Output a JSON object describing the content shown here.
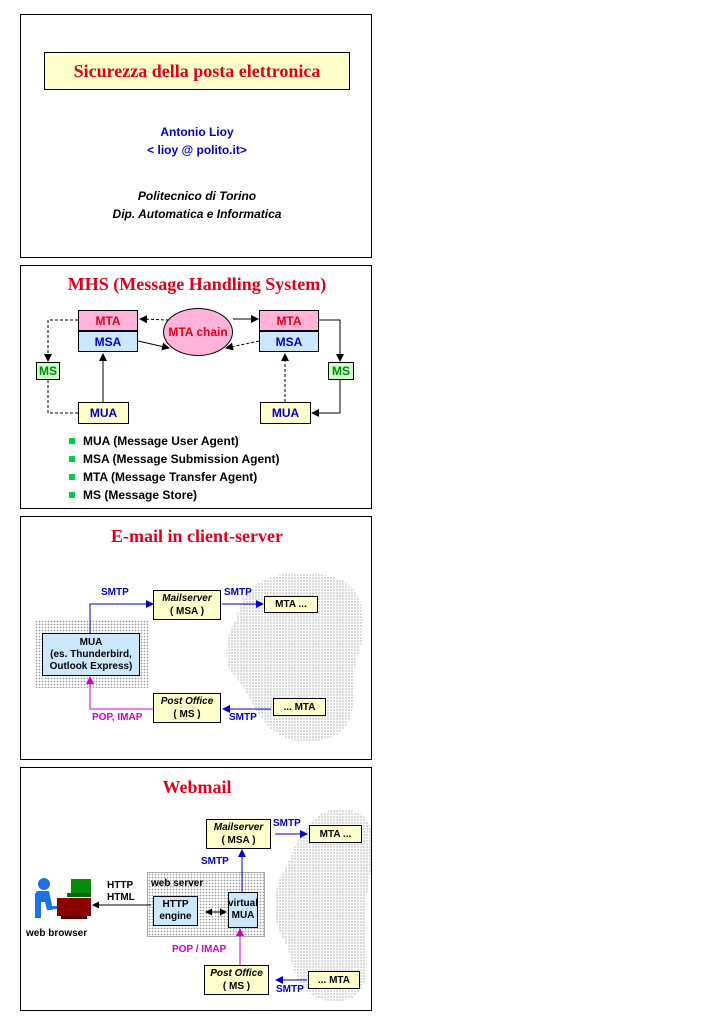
{
  "slide1": {
    "title": "Sicurezza della posta elettronica",
    "author": "Antonio Lioy",
    "email": "< lioy @ polito.it>",
    "institution": "Politecnico di Torino",
    "department": "Dip. Automatica e Informatica"
  },
  "slide2": {
    "title": "MHS (Message Handling System)",
    "mta": "MTA",
    "msa": "MSA",
    "ms": "MS",
    "mua": "MUA",
    "mta_chain": "MTA chain",
    "bullets": [
      "MUA (Message User Agent)",
      "MSA (Message Submission Agent)",
      "MTA (Message Transfer Agent)",
      "MS (Message Store)"
    ]
  },
  "slide3": {
    "title": "E-mail in client-server",
    "mua_line1": "MUA",
    "mua_line2": "(es. Thunderbird,",
    "mua_line3": "Outlook Express)",
    "mailserver": "Mailserver",
    "msa": "( MSA )",
    "mta_out": "MTA ...",
    "post_office": "Post Office",
    "ms": "( MS )",
    "mta_in": "... MTA",
    "smtp": "SMTP",
    "pop_imap": "POP, IMAP"
  },
  "slide4": {
    "title": "Webmail",
    "mailserver": "Mailserver",
    "msa": "( MSA )",
    "mta_out": "MTA ...",
    "web_server": "web server",
    "http_engine_1": "HTTP",
    "http_engine_2": "engine",
    "virtual_mua_1": "virtual",
    "virtual_mua_2": "MUA",
    "http": "HTTP",
    "html": "HTML",
    "web_browser": "web browser",
    "post_office": "Post Office",
    "ms": "( MS )",
    "mta_in": "... MTA",
    "smtp": "SMTP",
    "pop_imap": "POP / IMAP"
  },
  "colors": {
    "title": "#e0001b",
    "blue": "#0000cc",
    "magenta": "#cc00cc",
    "green": "#00cc44"
  }
}
